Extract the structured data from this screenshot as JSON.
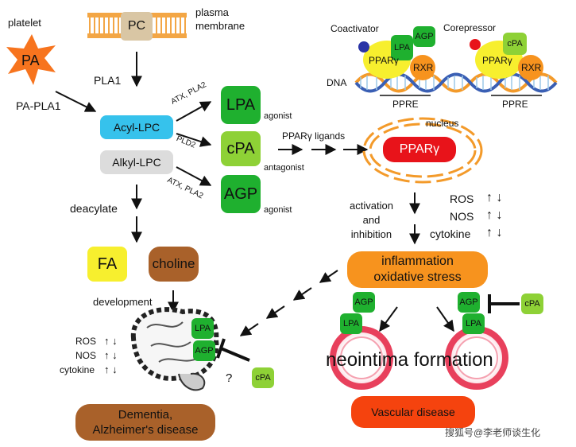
{
  "top": {
    "platelet": "platelet",
    "pa": "PA",
    "pa_pla1": "PA-PLA1",
    "pc": "PC",
    "plasma_membrane": "plasma\nmembrane",
    "pla1": "PLA1",
    "acyl_lpc": "Acyl-LPC",
    "alkyl_lpc": "Alkyl-LPC",
    "atx_pla2_a": "ATX, PLA2",
    "pld2": "PLD2",
    "atx_pla2_b": "ATX, PLA2",
    "lpa": "LPA",
    "cpa": "cPA",
    "agp": "AGP",
    "agonist_a": "agonist",
    "antagonist": "antagonist",
    "agonist_b": "agonist"
  },
  "dna_panel": {
    "coactivator": "Coactivator",
    "corepressor": "Corepressor",
    "lpa": "LPA",
    "agp": "AGP",
    "cpa": "cPA",
    "pparg_left": "PPARγ",
    "pparg_right": "PPARγ",
    "rxr_left": "RXR",
    "rxr_right": "RXR",
    "dna": "DNA",
    "ppre_left": "PPRE",
    "ppre_right": "PPRE"
  },
  "nucleus": {
    "ligands": "PPARγ ligands",
    "nucleus": "nucleus",
    "pparg": "PPARγ"
  },
  "middle": {
    "activation": "activation\nand\ninhibition",
    "ros": "ROS",
    "nos": "NOS",
    "cytokine": "cytokine",
    "arrows": "↑ ↓",
    "inflammation": "inflammation\noxidative stress"
  },
  "left_bottom": {
    "deacylate": "deacylate",
    "fa": "FA",
    "choline": "choline",
    "development": "development",
    "ros": "ROS",
    "nos": "NOS",
    "cytokine": "cytokine",
    "arrows": "↑ ↓",
    "lpa": "LPA",
    "agp": "AGP",
    "question": "?",
    "cpa": "cPA",
    "dementia": "Dementia,\nAlzheimer's disease"
  },
  "right_bottom": {
    "agp_left": "AGP",
    "lpa_left": "LPA",
    "agp_right": "AGP",
    "lpa_right": "LPA",
    "cpa": "cPA",
    "neointima": "neointima formation",
    "vascular": "Vascular disease"
  },
  "watermark": "搜狐号@李老师谈生化",
  "colors": {
    "green": "#1fb02f",
    "light_green": "#8ed136",
    "yellow": "#f7ef2e",
    "acyl_blue": "#36c2ec",
    "alkyl_grey": "#dcdcdc",
    "orange": "#f7931e",
    "red": "#e8131a",
    "brown": "#a9612a",
    "pc_tan": "#d9c6a4",
    "membrane_orange": "#f3a645"
  }
}
